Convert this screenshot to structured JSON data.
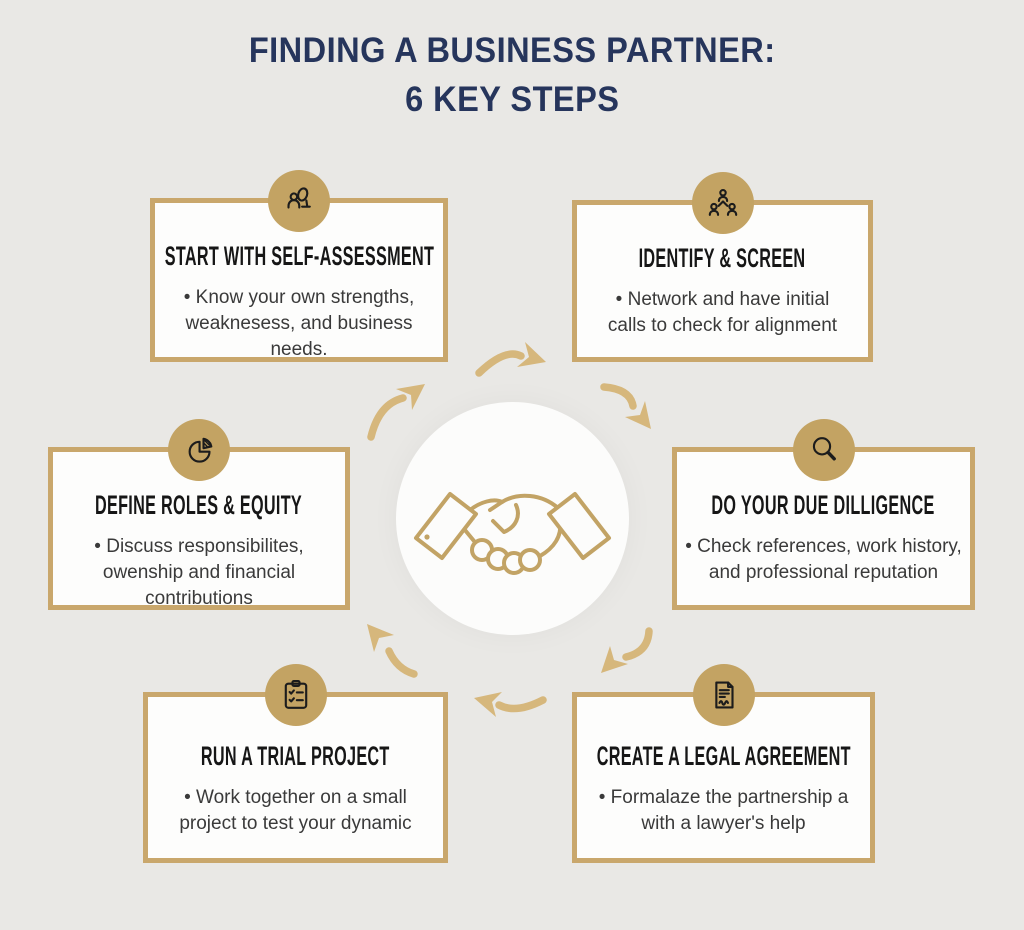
{
  "title": {
    "line1": "FINDING A BUSINESS PARTNER:",
    "line2": "6 KEY STEPS"
  },
  "steps": [
    {
      "title": "START WITH SELF-ASSESSMENT",
      "body": "• Know your own strengths, weaknesess, and business needs.",
      "icon": "person-assessment-icon"
    },
    {
      "title": "IDENTIFY & SCREEN",
      "body": "• Network and have initial calls to check for alignment",
      "icon": "people-network-icon"
    },
    {
      "title": "DEFINE ROLES & EQUITY",
      "body": "• Discuss responsibilites, owenship and financial contributions",
      "icon": "pie-chart-icon"
    },
    {
      "title": "DO YOUR DUE DILLIGENCE",
      "body": "• Check references, work history, and professional reputation",
      "icon": "magnifier-icon"
    },
    {
      "title": "RUN A TRIAL PROJECT",
      "body": "• Work together on a small project to test your dynamic",
      "icon": "checklist-icon"
    },
    {
      "title": "CREATE A LEGAL AGREEMENT",
      "body": "• Formalaze the partnership a with a lawyer's help",
      "icon": "contract-icon"
    }
  ],
  "center": {
    "icon": "handshake-icon"
  },
  "flow": {
    "arrow_count": 6,
    "direction": "clockwise"
  },
  "colors": {
    "background": "#e9e8e5",
    "box_bg": "#fdfdfc",
    "gold_border": "#c9a76c",
    "gold_circle": "#c3a363",
    "gold_arrow": "#d6b77c",
    "gold_handshake": "#c2a365",
    "title_navy": "#26355c",
    "heading_black": "#161616",
    "body_text": "#3a3a3a"
  }
}
